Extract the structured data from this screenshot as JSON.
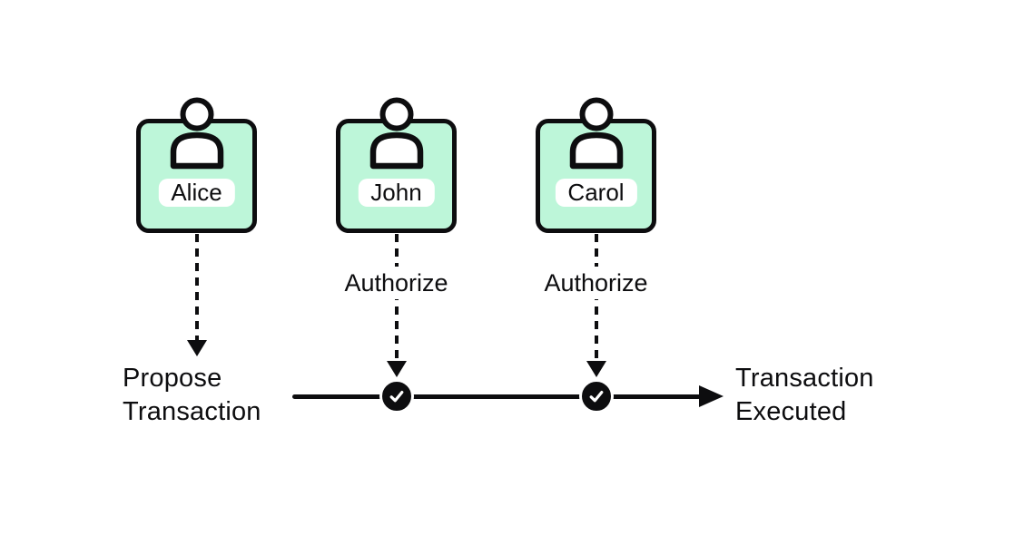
{
  "actors": [
    {
      "name": "Alice"
    },
    {
      "name": "John",
      "label": "Authorize"
    },
    {
      "name": "Carol",
      "label": "Authorize"
    }
  ],
  "timeline": {
    "start_label": "Propose Transaction",
    "end_label": "Transaction Executed"
  },
  "icons": {
    "person": "person-silhouette",
    "check": "✓",
    "arrow_down": "▼",
    "arrow_right": "►"
  },
  "colors": {
    "card_fill": "#BDF6D9",
    "stroke": "#0D0D0F",
    "pill_fill": "#FFFFFF"
  }
}
